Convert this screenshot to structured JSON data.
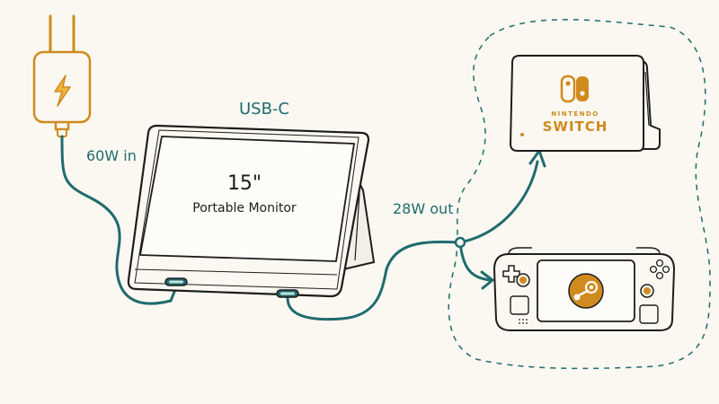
{
  "labels": {
    "usb_c": "USB-C",
    "power_in": "60W in",
    "power_out": "28W out",
    "monitor_size": "15\"",
    "monitor_name": "Portable Monitor",
    "switch_brand_line1": "NINTENDO",
    "switch_brand_line2": "SWITCH"
  },
  "colors": {
    "background": "#fbf8f1",
    "ink": "#1d1d1d",
    "cable": "#1f6b6e",
    "accent": "#d08a1e"
  },
  "icons": {
    "charger": "lightning-bolt-icon",
    "switch_logo": "nintendo-switch-logo-icon",
    "steam_logo": "steam-logo-icon"
  }
}
